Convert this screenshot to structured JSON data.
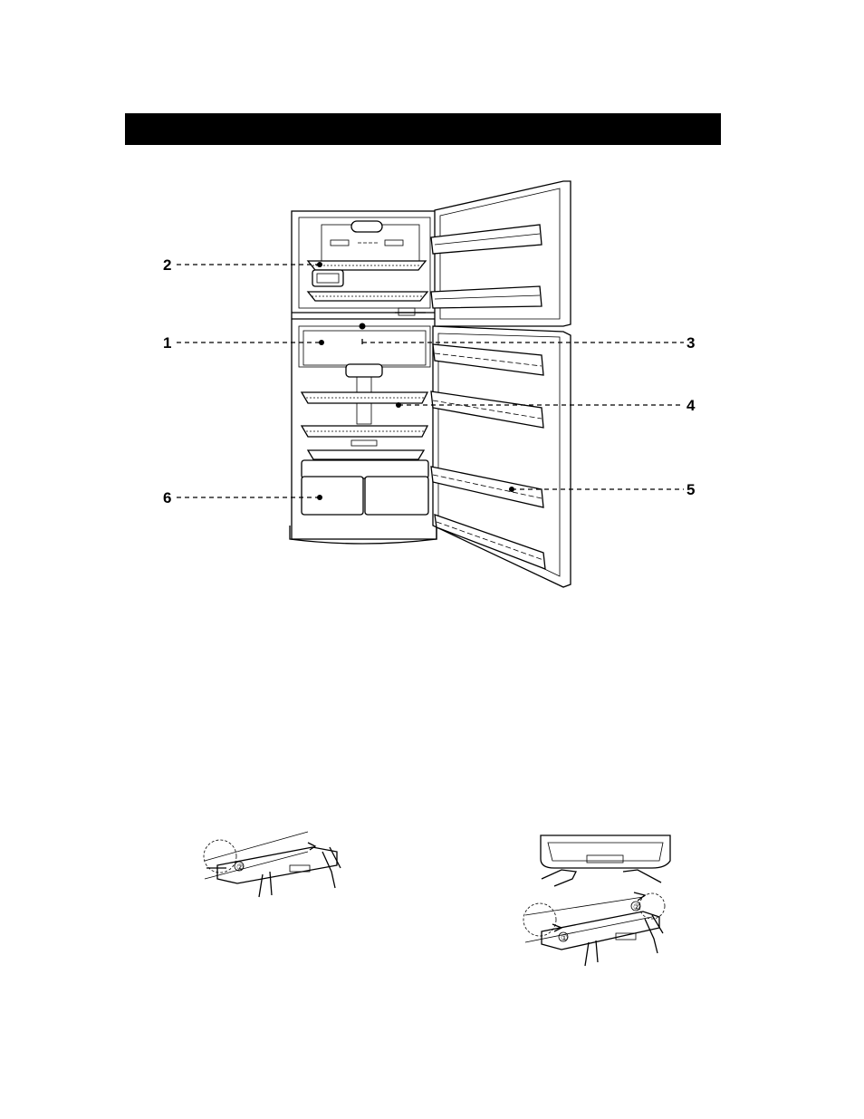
{
  "header": {
    "title": ""
  },
  "diagram": {
    "callouts": [
      {
        "label": "1"
      },
      {
        "label": "2"
      },
      {
        "label": "3"
      },
      {
        "label": "4"
      },
      {
        "label": "5"
      },
      {
        "label": "6"
      }
    ],
    "step_marks": {
      "one": "①",
      "two": "②"
    }
  }
}
